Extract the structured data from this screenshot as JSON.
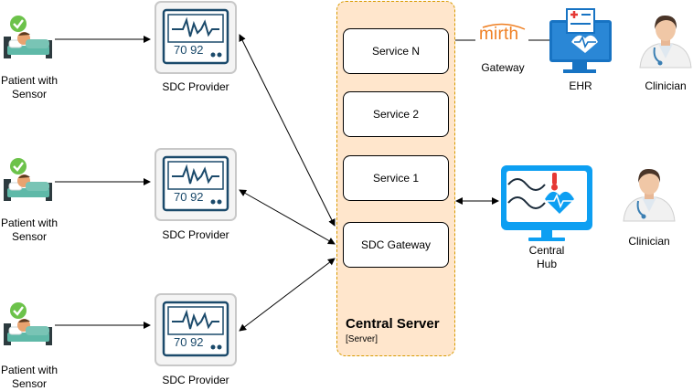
{
  "patients": [
    {
      "label": "Patient with Sensor"
    },
    {
      "label": "Patient with Sensor"
    },
    {
      "label": "Patient with Sensor"
    }
  ],
  "providers": [
    {
      "label": "SDC Provider",
      "screen_values": "70 92"
    },
    {
      "label": "SDC Provider",
      "screen_values": "70 92"
    },
    {
      "label": "SDC Provider",
      "screen_values": "70 92"
    }
  ],
  "server": {
    "title": "Central Server",
    "subtitle": "[Server]",
    "services": [
      "Service N",
      "Service 2",
      "Service 1",
      "SDC Gateway"
    ]
  },
  "gateway": {
    "logo_text": "mirth",
    "label": "Gateway"
  },
  "ehr": {
    "label": "EHR"
  },
  "clinicians": [
    {
      "label": "Clinician"
    },
    {
      "label": "Clinician"
    }
  ],
  "hub": {
    "label": "Central Hub"
  },
  "colors": {
    "server_fill": "#ffe6cc",
    "server_border": "#d79b00",
    "monitor_blue": "#0d9ff2",
    "ehr_blue": "#1773c3",
    "provider_screen": "#1b4a6b",
    "mirth_orange": "#ef7f22"
  }
}
